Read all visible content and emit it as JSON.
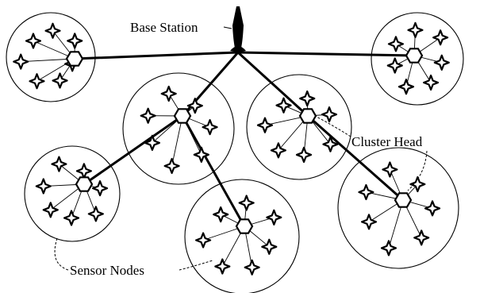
{
  "labels": {
    "base_station": "Base Station",
    "cluster_head": "Cluster Head",
    "sensor_nodes": "Sensor Nodes"
  },
  "colors": {
    "stroke": "#000000",
    "background": "#ffffff"
  },
  "icons": {
    "base_station": "antenna-tower-icon",
    "cluster_head": "hexagon-icon",
    "sensor_node": "four-point-star-icon"
  }
}
